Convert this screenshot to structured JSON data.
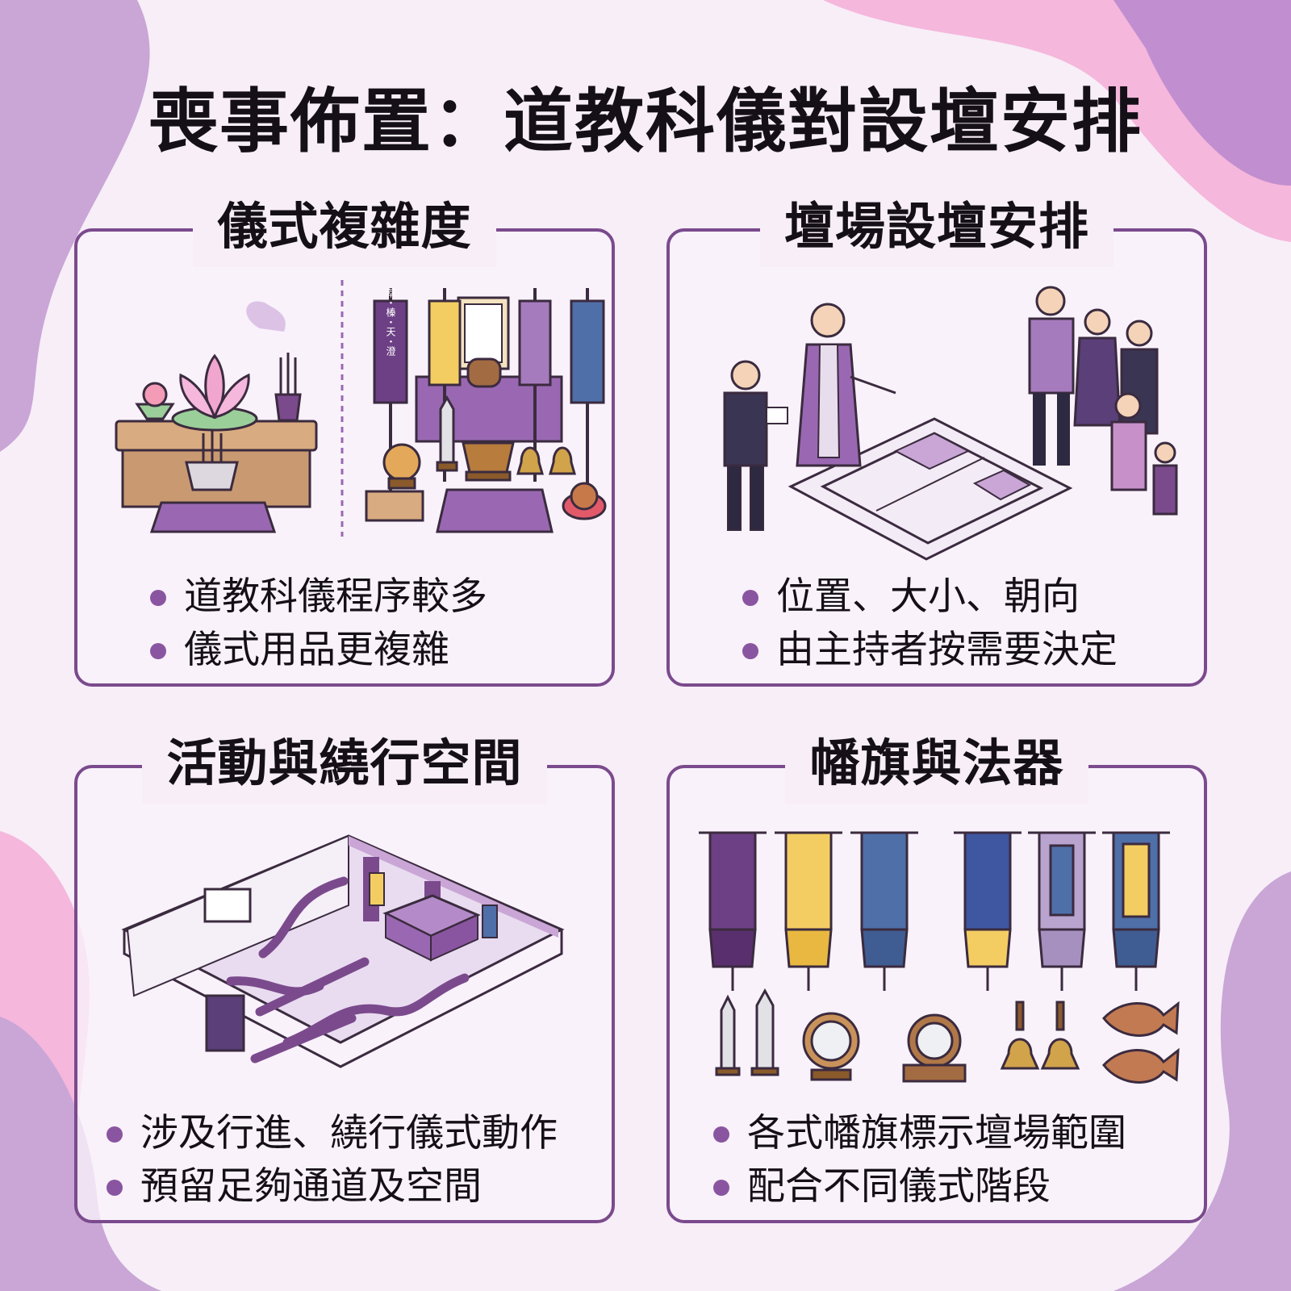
{
  "title": "喪事佈置：道教科儀對設壇安排",
  "panels": {
    "complexity": {
      "heading": "儀式複雜度",
      "bullets": [
        "道教科儀程序較多",
        "儀式用品更複雜"
      ],
      "banner_text": "萃・榛・天・澄"
    },
    "altar_setup": {
      "heading": "壇場設壇安排",
      "bullets": [
        "位置、大小、朝向",
        "由主持者按需要決定"
      ]
    },
    "movement": {
      "heading": "活動與繞行空間",
      "bullets": [
        "涉及行進、繞行儀式動作",
        "預留足夠通道及空間"
      ]
    },
    "banners": {
      "heading": "幡旗與法器",
      "bullets": [
        "各式幡旗標示壇場範圍",
        "配合不同儀式階段"
      ]
    }
  },
  "colors": {
    "accent": "#7b4a8d",
    "purple": "#8a55a0",
    "light_purple": "#c9a6d6",
    "gold": "#f3cd62",
    "blue": "#4f6fa8",
    "pink": "#f5b7dc",
    "background": "#f7eef8"
  },
  "icons": [
    "lotus-icon",
    "incense-icon",
    "banner-icon",
    "altar-icon",
    "priest-icon",
    "family-icon",
    "floor-plan-icon",
    "room-icon",
    "arrow-icon",
    "sword-icon",
    "mirror-icon",
    "bell-icon",
    "wooden-fish-icon"
  ]
}
